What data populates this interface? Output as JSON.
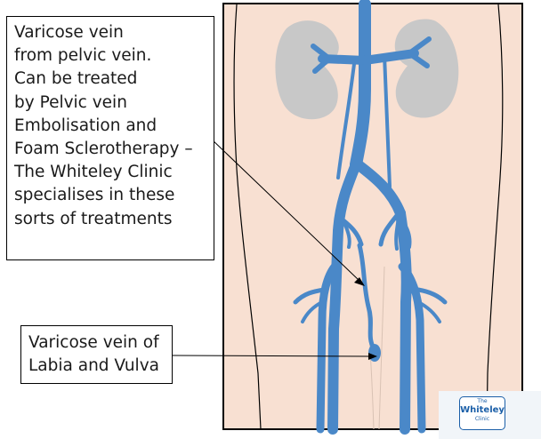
{
  "labels": {
    "pelvic_vein_lines": [
      "Varicose vein",
      "from pelvic vein.",
      "Can be treated",
      "by Pelvic vein",
      "Embolisation and",
      "Foam Sclerotherapy –",
      "The Whiteley Clinic",
      "specialises in these",
      "sorts of treatments"
    ],
    "labia_lines": [
      "Varicose vein of",
      "Labia and Vulva"
    ]
  },
  "logo": {
    "line1": "The",
    "line2": "Whiteley",
    "line3": "Clinic"
  },
  "colors": {
    "skin": "#f8e0d2",
    "vein": "#4a88c8",
    "kidney": "#c8c8c8",
    "outline": "#000000",
    "logo_blue": "#1b5fa8"
  }
}
